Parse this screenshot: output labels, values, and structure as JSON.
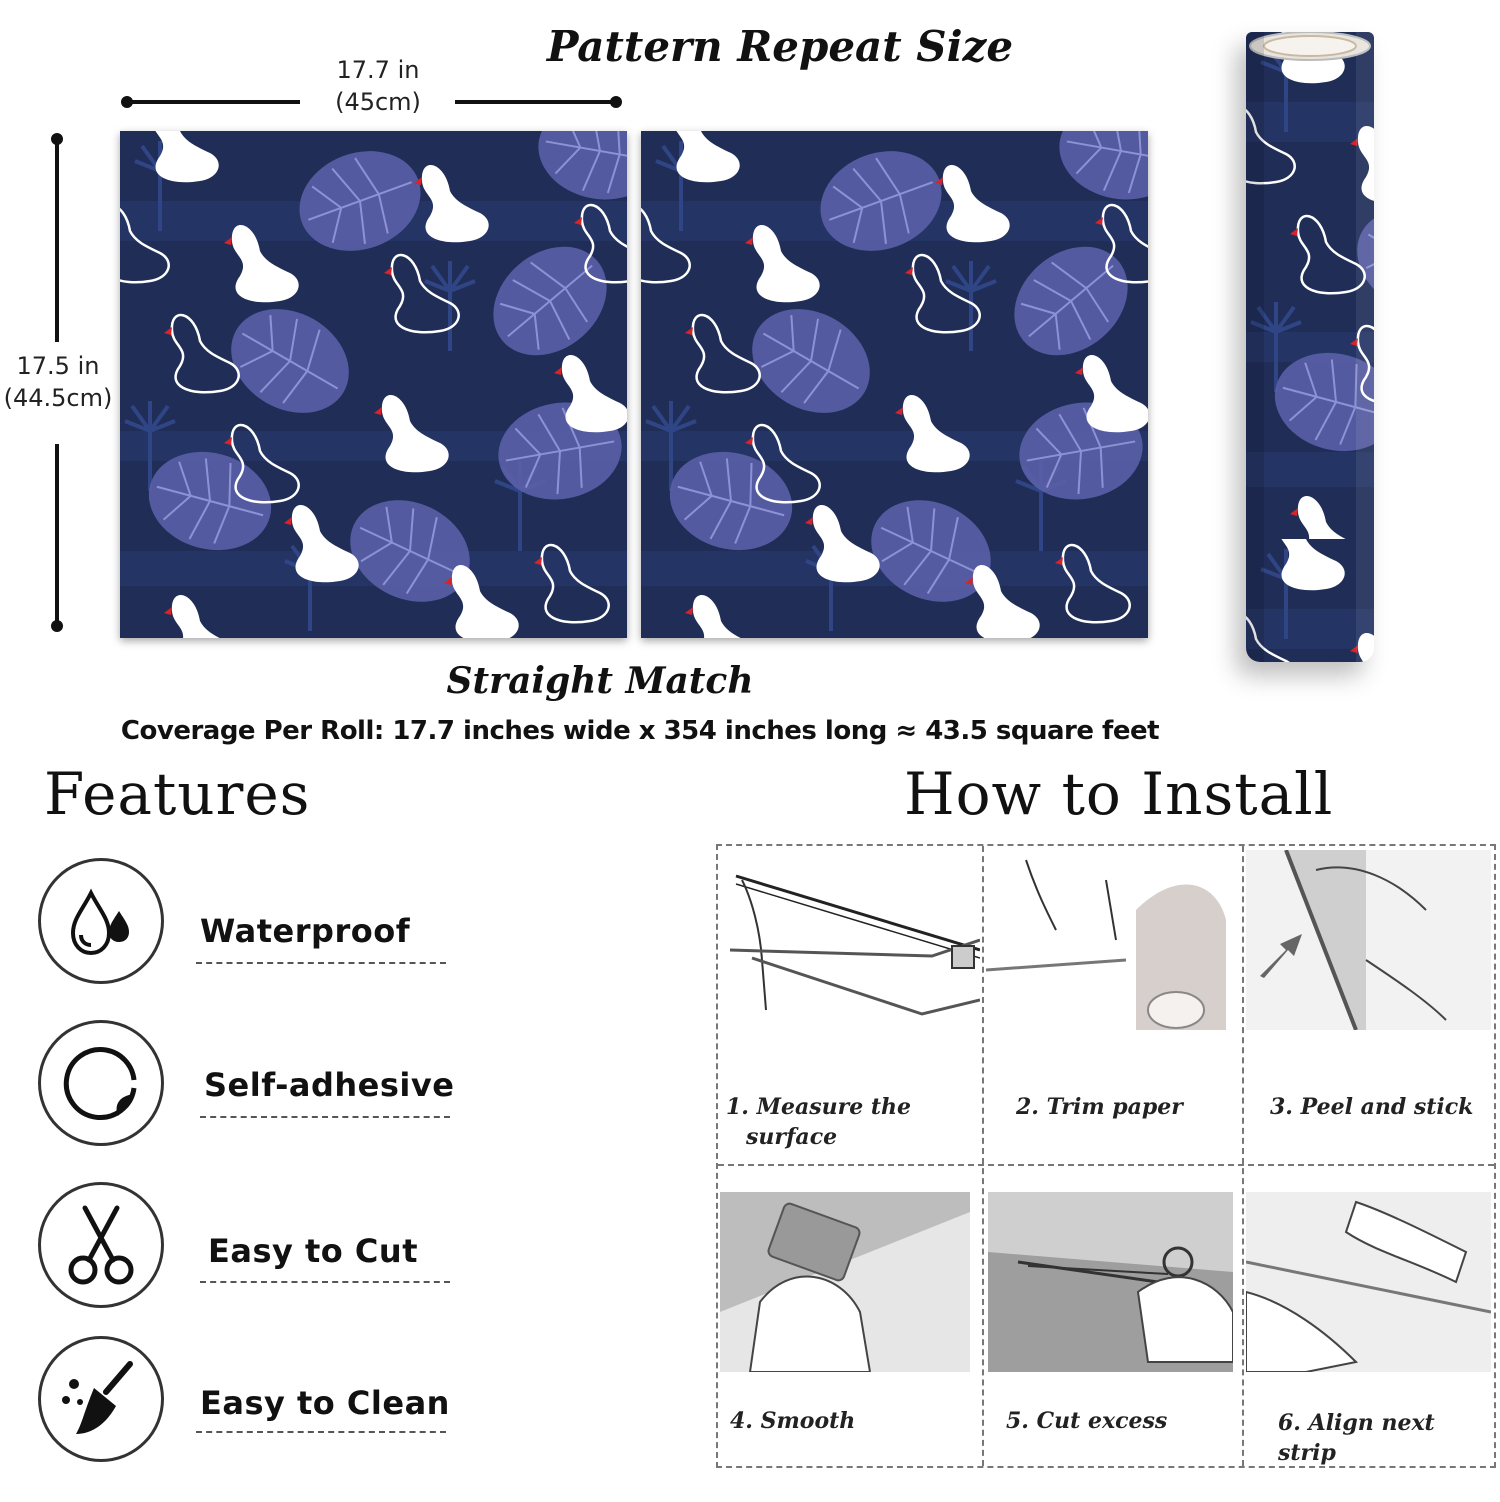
{
  "header": {
    "title": "Pattern Repeat Size",
    "width_in": "17.7 in",
    "width_cm": "(45cm)",
    "height_in": "17.5 in",
    "height_cm": "(44.5cm)"
  },
  "match": {
    "label": "Straight Match",
    "coverage": "Coverage Per Roll: 17.7 inches wide x 354 inches long ≈ 43.5 square feet"
  },
  "pattern": {
    "background": "#1f2d57",
    "leaf": "#5a5fa8",
    "swan": "#ffffff",
    "beak": "#d8232a"
  },
  "features": {
    "title": "Features",
    "items": [
      {
        "label": "Waterproof",
        "icon": "water-drops-icon"
      },
      {
        "label": "Self-adhesive",
        "icon": "peel-sticker-icon"
      },
      {
        "label": "Easy to Cut",
        "icon": "scissors-icon"
      },
      {
        "label": "Easy to Clean",
        "icon": "broom-icon"
      }
    ]
  },
  "install": {
    "title": "How to Install",
    "steps": [
      {
        "line1": "1. Measure the",
        "line2": "surface"
      },
      {
        "line1": "2. Trim paper",
        "line2": ""
      },
      {
        "line1": "3. Peel and stick",
        "line2": ""
      },
      {
        "line1": "4. Smooth",
        "line2": ""
      },
      {
        "line1": "5. Cut excess",
        "line2": ""
      },
      {
        "line1": "6. Align next strip",
        "line2": ""
      }
    ]
  }
}
